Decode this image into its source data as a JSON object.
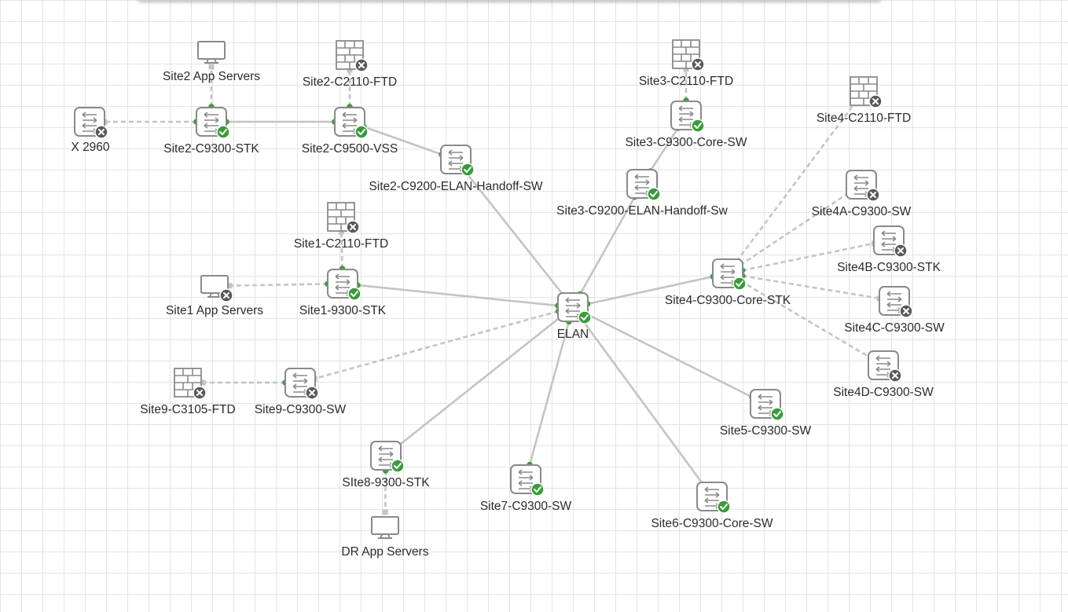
{
  "colors": {
    "link": "#c4c4c4",
    "port": "#3c9b3c",
    "icon": "#8a8a8a",
    "ok": "#3a9b3a",
    "down": "#5a5a5a"
  },
  "nodes": [
    {
      "id": "x2960",
      "label": "X 2960",
      "kind": "switch",
      "status": "down"
    },
    {
      "id": "s2app",
      "label": "Site2 App Servers",
      "kind": "server",
      "status": "none"
    },
    {
      "id": "s2stk",
      "label": "Site2-C9300-STK",
      "kind": "switch",
      "status": "ok"
    },
    {
      "id": "s2ftd",
      "label": "Site2-C2110-FTD",
      "kind": "firewall",
      "status": "down"
    },
    {
      "id": "s2vss",
      "label": "Site2-C9500-VSS",
      "kind": "switch",
      "status": "ok"
    },
    {
      "id": "s2elan",
      "label": "Site2-C9200-ELAN-Handoff-SW",
      "kind": "switch",
      "status": "ok"
    },
    {
      "id": "s3ftd",
      "label": "Site3-C2110-FTD",
      "kind": "firewall",
      "status": "down"
    },
    {
      "id": "s3core",
      "label": "Site3-C9300-Core-SW",
      "kind": "switch",
      "status": "ok"
    },
    {
      "id": "s3elan",
      "label": "Site3-C9200-ELAN-Handoff-Sw",
      "kind": "switch",
      "status": "ok"
    },
    {
      "id": "s4ftd",
      "label": "Site4-C2110-FTD",
      "kind": "firewall",
      "status": "down"
    },
    {
      "id": "s4a",
      "label": "Site4A-C9300-SW",
      "kind": "switch",
      "status": "down"
    },
    {
      "id": "s4b",
      "label": "Site4B-C9300-STK",
      "kind": "switch",
      "status": "down"
    },
    {
      "id": "s4core",
      "label": "Site4-C9300-Core-STK",
      "kind": "switch",
      "status": "ok"
    },
    {
      "id": "s4c",
      "label": "Site4C-C9300-SW",
      "kind": "switch",
      "status": "down"
    },
    {
      "id": "s4d",
      "label": "Site4D-C9300-SW",
      "kind": "switch",
      "status": "down"
    },
    {
      "id": "s1ftd",
      "label": "Site1-C2110-FTD",
      "kind": "firewall",
      "status": "down"
    },
    {
      "id": "s1app",
      "label": "Site1 App Servers",
      "kind": "server",
      "status": "down"
    },
    {
      "id": "s1stk",
      "label": "Site1-9300-STK",
      "kind": "switch",
      "status": "ok"
    },
    {
      "id": "elan",
      "label": "ELAN",
      "kind": "switch",
      "status": "ok"
    },
    {
      "id": "s9ftd",
      "label": "Site9-C3105-FTD",
      "kind": "firewall",
      "status": "down"
    },
    {
      "id": "s9sw",
      "label": "Site9-C9300-SW",
      "kind": "switch",
      "status": "down"
    },
    {
      "id": "s5",
      "label": "Site5-C9300-SW",
      "kind": "switch",
      "status": "ok"
    },
    {
      "id": "s8stk",
      "label": "SIte8-9300-STK",
      "kind": "switch",
      "status": "ok"
    },
    {
      "id": "s7",
      "label": "Site7-C9300-SW",
      "kind": "switch",
      "status": "ok"
    },
    {
      "id": "s6",
      "label": "Site6-C9300-Core-SW",
      "kind": "switch",
      "status": "ok"
    },
    {
      "id": "drapp",
      "label": "DR App Servers",
      "kind": "server",
      "status": "none"
    }
  ],
  "links": [
    {
      "from": "s2stk",
      "to": "x2960",
      "style": "dashed"
    },
    {
      "from": "s2stk",
      "to": "s2app",
      "style": "dashed"
    },
    {
      "from": "s2stk",
      "to": "s2vss",
      "style": "solid"
    },
    {
      "from": "s2vss",
      "to": "s2ftd",
      "style": "dashed"
    },
    {
      "from": "s2vss",
      "to": "s2elan",
      "style": "solid"
    },
    {
      "from": "s2elan",
      "to": "elan",
      "style": "solid"
    },
    {
      "from": "s3core",
      "to": "s3ftd",
      "style": "dashed"
    },
    {
      "from": "s3core",
      "to": "s3elan",
      "style": "solid"
    },
    {
      "from": "s3elan",
      "to": "elan",
      "style": "solid"
    },
    {
      "from": "s1stk",
      "to": "s1ftd",
      "style": "dashed"
    },
    {
      "from": "s1stk",
      "to": "s1app",
      "style": "dashed"
    },
    {
      "from": "s1stk",
      "to": "elan",
      "style": "solid"
    },
    {
      "from": "elan",
      "to": "s9sw",
      "style": "dashed"
    },
    {
      "from": "s9sw",
      "to": "s9ftd",
      "style": "dashed"
    },
    {
      "from": "elan",
      "to": "s4core",
      "style": "solid"
    },
    {
      "from": "s4core",
      "to": "s4ftd",
      "style": "dashed"
    },
    {
      "from": "s4core",
      "to": "s4a",
      "style": "dashed"
    },
    {
      "from": "s4core",
      "to": "s4b",
      "style": "dashed"
    },
    {
      "from": "s4core",
      "to": "s4c",
      "style": "dashed"
    },
    {
      "from": "s4core",
      "to": "s4d",
      "style": "dashed"
    },
    {
      "from": "elan",
      "to": "s5",
      "style": "solid"
    },
    {
      "from": "elan",
      "to": "s6",
      "style": "solid"
    },
    {
      "from": "elan",
      "to": "s7",
      "style": "solid"
    },
    {
      "from": "elan",
      "to": "s8stk",
      "style": "solid"
    },
    {
      "from": "s8stk",
      "to": "drapp",
      "style": "dashed"
    }
  ]
}
